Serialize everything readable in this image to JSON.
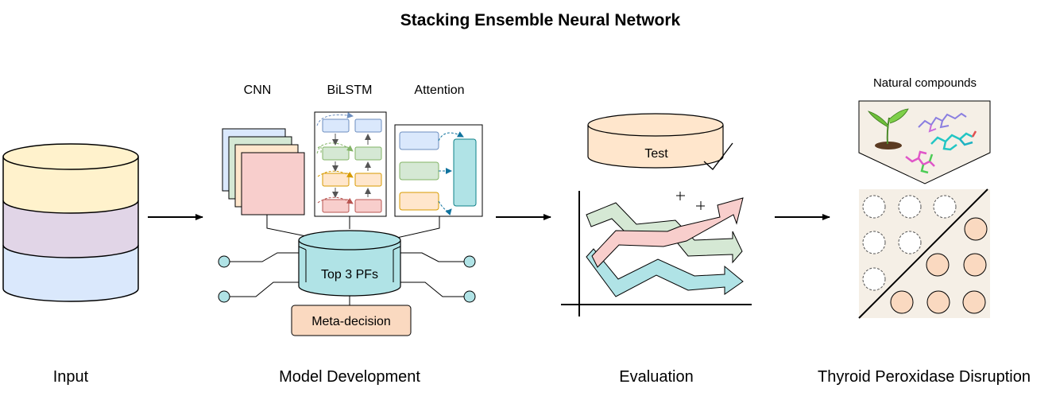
{
  "title": "Stacking Ensemble Neural Network",
  "stages": {
    "input": "Input",
    "model_development": "Model Development",
    "evaluation": "Evaluation",
    "disruption": "Thyroid Peroxidase Disruption"
  },
  "models": {
    "cnn": "CNN",
    "bilstm": "BiLSTM",
    "attention": "Attention"
  },
  "ensemble": {
    "core_label": "Top 3 PFs",
    "meta_label": "Meta-decision"
  },
  "evaluation": {
    "test_label": "Test"
  },
  "disruption": {
    "natural_label": "Natural compounds"
  },
  "colors": {
    "yellow": "#fff2cc",
    "purple": "#e1d5e7",
    "blue": "#dae8fc",
    "green": "#d5e8d4",
    "pink": "#f8cecc",
    "orange": "#ffe6cc",
    "teal": "#b0e3e6",
    "tan": "#f5efe6",
    "peach": "#fad9c0"
  }
}
